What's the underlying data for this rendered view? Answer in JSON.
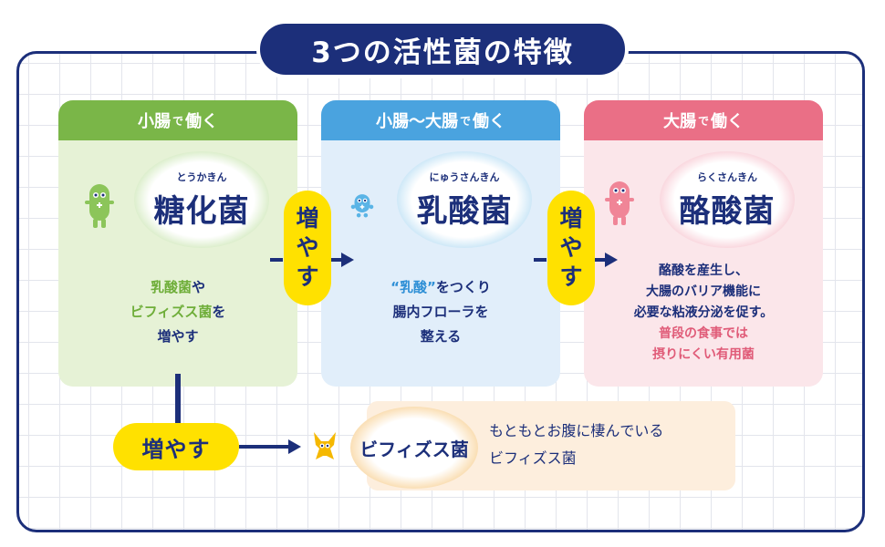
{
  "title": "3つの活性菌の特徴",
  "panels": [
    {
      "header_main": "小腸",
      "header_small": "で",
      "header_end": "働く",
      "ruby": "とうかきん",
      "name": "糖化菌",
      "desc": [
        "乳酸菌",
        "や",
        "ビフィズス菌",
        "を",
        "増やす"
      ]
    },
    {
      "header_main": "小腸〜大腸",
      "header_small": "で",
      "header_end": "働く",
      "ruby": "にゅうさんきん",
      "name": "乳酸菌",
      "desc": [
        "“乳酸”",
        "をつくり",
        "腸内フローラを",
        "整える"
      ]
    },
    {
      "header_main": "大腸",
      "header_small": "で",
      "header_end": "働く",
      "ruby": "らくさんきん",
      "name": "酪酸菌",
      "desc": [
        "酪酸を産生し、",
        "大腸のバリア機能に",
        "必要な粘液分泌を促す。",
        "普段の食事では",
        "摂りにくい有用菌"
      ]
    }
  ],
  "increase_vertical": [
    "増",
    "や",
    "す"
  ],
  "increase_horizontal": "増やす",
  "bifido": {
    "name": "ビフィズス菌",
    "text_lines": [
      "もともとお腹に棲んでいる",
      "ビフィズス菌"
    ]
  },
  "colors": {
    "navy": "#1c2f7a",
    "green": "#7ab648",
    "blue": "#4aa3df",
    "pink": "#ea6f86",
    "yellow": "#ffe100",
    "orange": "#f3b04a"
  }
}
